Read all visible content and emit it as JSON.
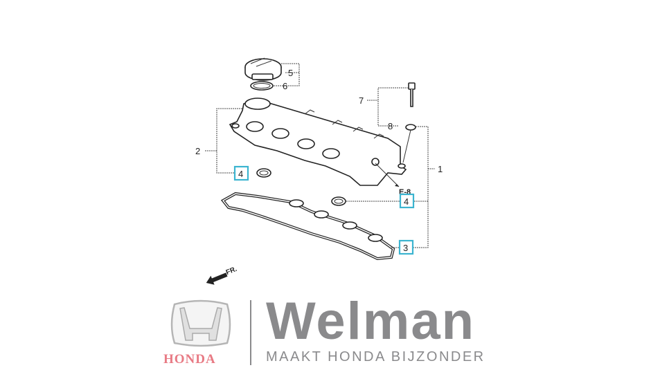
{
  "diagram": {
    "callouts": {
      "c1": "1",
      "c2": "2",
      "c3": "3",
      "c4a": "4",
      "c4b": "4",
      "c5": "5",
      "c6": "6",
      "c7": "7",
      "c8": "8"
    },
    "reference": "E-8",
    "direction_label": "FR.",
    "highlight_color": "#3bb4d0"
  },
  "branding": {
    "honda_wordmark": "HONDA",
    "dealer_name": "Welman",
    "tagline": "MAAKT HONDA BIJZONDER",
    "honda_color": "#e87a84",
    "dealer_color": "#8a8a8c"
  }
}
